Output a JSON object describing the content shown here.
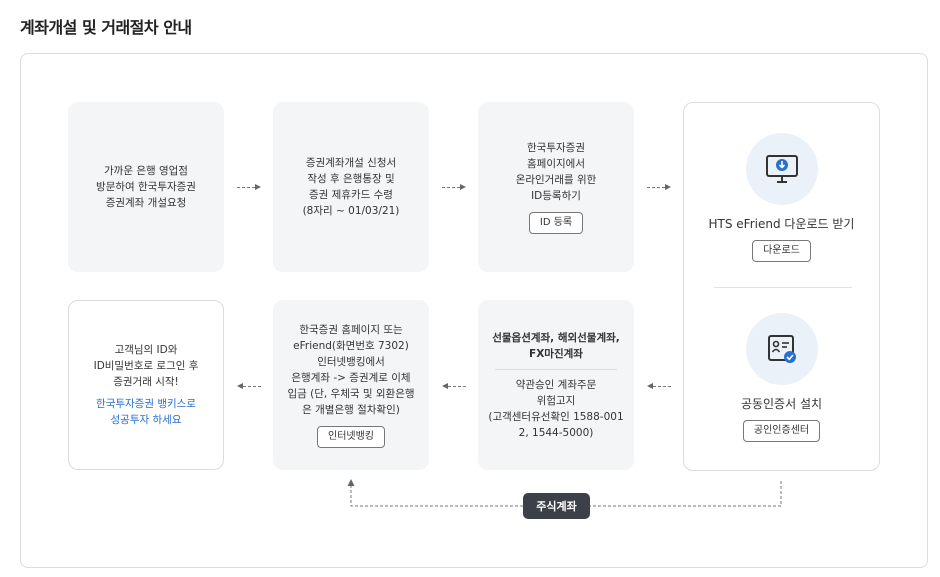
{
  "page_title": "계좌개설 및 거래절차 안내",
  "step1": {
    "lines": [
      "가까운 은행 영업점",
      "방문하여 한국투자증권",
      "증권계좌 개설요청"
    ]
  },
  "step2": {
    "lines": [
      "증권계좌개설 신청서",
      "작성 후 은행통장 및",
      "증권 제휴카드 수령",
      "(8자리 ~ 01/03/21)"
    ]
  },
  "step3": {
    "lines": [
      "한국투자증권",
      "홈페이지에서",
      "온라인거래를 위한",
      "ID등록하기"
    ],
    "button": "ID 등록"
  },
  "hts": {
    "title": "HTS eFriend 다운로드 받기",
    "button": "다운로드",
    "icon": "monitor-download-icon"
  },
  "cert": {
    "title": "공동인증서 설치",
    "button": "공인인증센터",
    "icon": "certificate-icon"
  },
  "step5": {
    "top_lines": [
      "선물옵션계좌, 해외선물계좌,",
      "FX마진계좌"
    ],
    "bottom_lines": [
      "약관승인 계좌주문",
      "위험고지",
      "(고객센터유선확인 1588-001",
      "2, 1544-5000)"
    ]
  },
  "step6": {
    "lines": [
      "한국증권 홈페이지 또는",
      "eFriend(화면번호 7302)",
      "인터넷뱅킹에서",
      "은행계좌 -> 증권계로 이체",
      "입금 (단, 우체국 및 외환은행",
      "은 개별은행 절차확인)"
    ],
    "button": "인터넷뱅킹"
  },
  "step7": {
    "lines": [
      "고객님의 ID와",
      "ID비밀번호로 로그인 후",
      "증권거래 시작!"
    ],
    "highlight": [
      "한국투자증권 뱅키스로",
      "성공투자 하세요"
    ]
  },
  "stock_label": "주식계좌",
  "colors": {
    "accent_blue": "#2a6fcf",
    "pill_dark": "#3c4049",
    "icon_bg": "#eaf1f8",
    "icon_blue": "#2a6fcf"
  }
}
